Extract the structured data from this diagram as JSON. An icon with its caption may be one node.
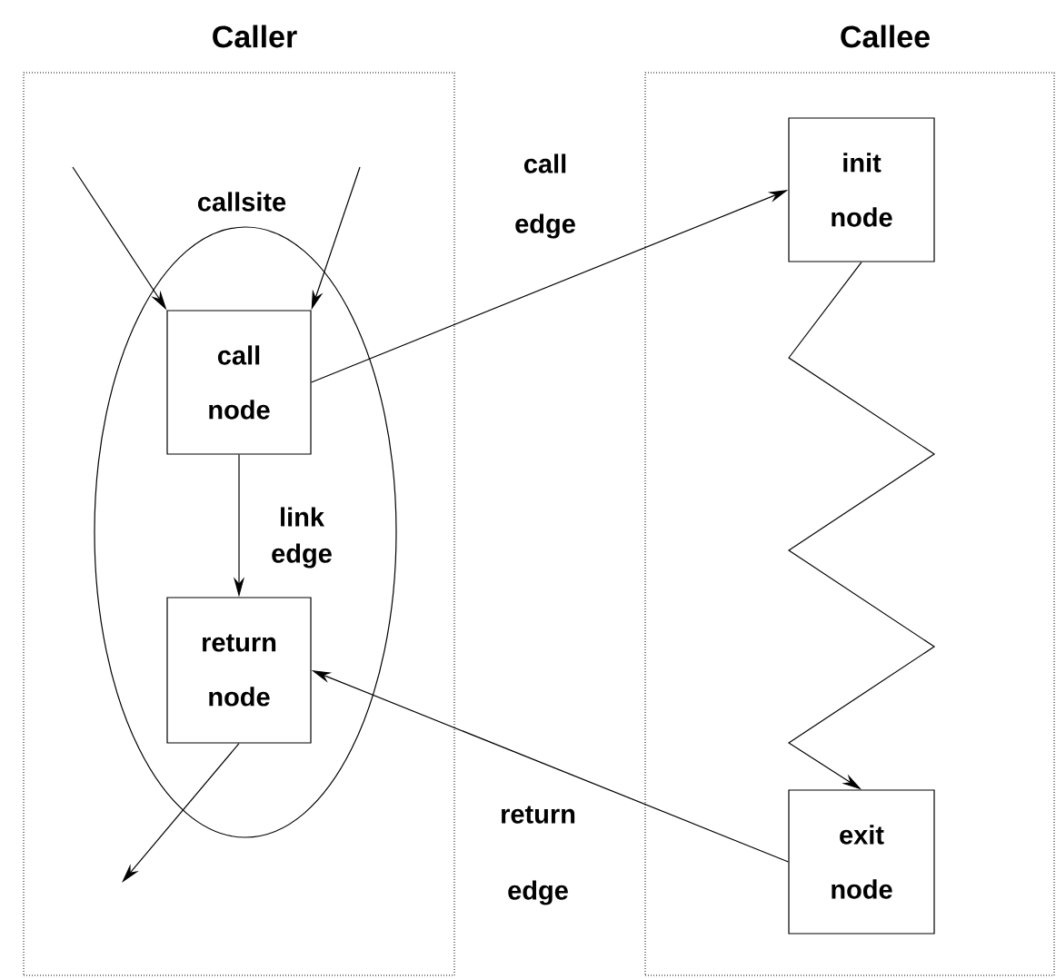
{
  "diagram": {
    "nodes": [
      {
        "text": [
          "Caller"
        ]
      },
      {
        "text": [
          "Callee"
        ]
      },
      {
        "text": [
          "callsite"
        ],
        "in": 0
      },
      {
        "text": [
          "call node"
        ],
        "in": 2
      },
      {
        "text": [
          "return node"
        ],
        "in": 2
      },
      {
        "text": [
          "init node"
        ],
        "in": 1
      },
      {
        "text": [
          "exit node"
        ],
        "in": 1
      }
    ],
    "edges": [
      {
        "from": null,
        "to": 3,
        "arrow": "to"
      },
      {
        "from": null,
        "to": 3,
        "arrow": "to"
      },
      {
        "from": 3,
        "to": 5,
        "arrow": "to",
        "label": "call edge"
      },
      {
        "from": 3,
        "to": 4,
        "arrow": "to",
        "label": "link edge"
      },
      {
        "from": 6,
        "to": 4,
        "arrow": "to",
        "label": "return edge"
      },
      {
        "from": 5,
        "to": 6,
        "arrow": "to"
      },
      {
        "from": 4,
        "to": null,
        "arrow": "to"
      }
    ]
  }
}
